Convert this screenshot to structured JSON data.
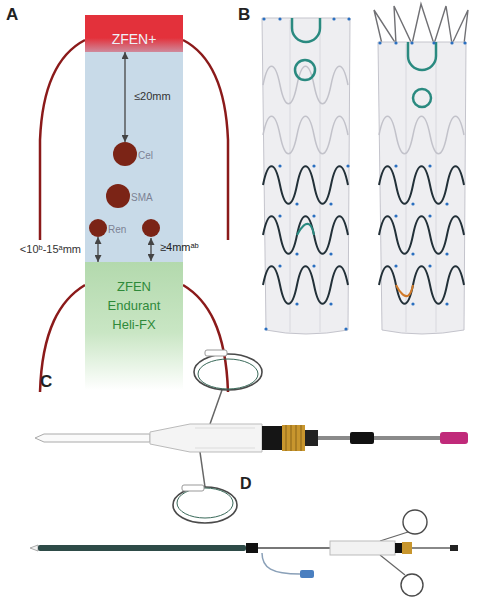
{
  "diagram": {
    "nodes": [
      {
        "text": [
          "ZFEN+"
        ]
      },
      {
        "text": [
          "Cel"
        ]
      },
      {
        "text": [
          "SMA"
        ]
      },
      {
        "text": [
          "Ren"
        ]
      },
      {
        "text": [
          "ZFEN Endurant Heli-FX"
        ]
      }
    ],
    "edges": [
      {
        "from": 0,
        "to": 1,
        "arrow": "both",
        "label": "≤20mm"
      },
      {
        "from": 3,
        "to": 4,
        "arrow": "both",
        "label": "<10ᵇ-15ᵃmm"
      }
    ],
    "labels": [
      "A",
      "B",
      "C",
      "D",
      "≥4mmᵃᵇ"
    ]
  }
}
